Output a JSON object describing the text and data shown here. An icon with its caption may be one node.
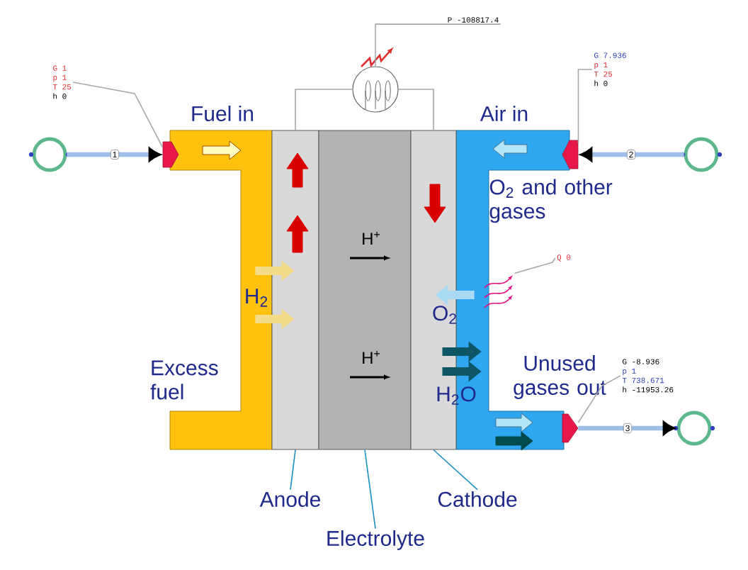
{
  "diagram": {
    "nodes": [
      {
        "text": [
          "G 1",
          "p 1",
          "T 25",
          "h 0"
        ]
      },
      {
        "text": [],
        "shape": "circle"
      },
      {
        "text": [
          "Fuel in"
        ],
        "beside": [
          "Excess fuel"
        ]
      },
      {
        "text": [
          "P -108817.4"
        ]
      },
      {
        "text": [],
        "shape": "circle"
      },
      {
        "text": [
          "G 7.936",
          "p 1",
          "T 25",
          "h 0"
        ]
      },
      {
        "text": [],
        "shape": "circle"
      },
      {
        "text": [
          "Air in"
        ],
        "beside": [
          "O$_{2}$ and other gases",
          "Unused gases out"
        ]
      },
      {
        "text": [
          "Q 0"
        ]
      },
      {
        "text": [],
        "shape": "box"
      },
      {
        "text": [],
        "shape": "box"
      },
      {
        "text": [],
        "shape": "box"
      },
      {
        "text": [
          "Anode"
        ]
      },
      {
        "text": [
          "Electrolyte"
        ]
      },
      {
        "text": [
          "Cathode"
        ]
      },
      {
        "text": [
          "G -8.936",
          "p 1",
          "T 738.671",
          "h -11953.26"
        ]
      },
      {
        "text": [],
        "shape": "circle"
      },
      {
        "text": [],
        "shape": "picture"
      }
    ],
    "edges": [
      {
        "from": 1,
        "to": 2,
        "arrow": "to",
        "label": "1",
        "style": "thick",
        "color": "#9dbfe8"
      },
      {
        "from": 6,
        "to": 7,
        "arrow": "to",
        "label": "2",
        "style": "thick",
        "color": "#9dbfe8"
      },
      {
        "from": 7,
        "to": 16,
        "arrow": "to",
        "label": "3",
        "style": "thick",
        "color": "#9dbfe8"
      },
      {
        "from": 0,
        "to": 2,
        "arrow": "none"
      },
      {
        "from": 5,
        "to": 7,
        "arrow": "none"
      },
      {
        "from": 15,
        "to": 7,
        "arrow": "none"
      },
      {
        "from": 3,
        "to": 4,
        "arrow": "none"
      },
      {
        "from": 8,
        "to": 17,
        "arrow": "none"
      },
      {
        "from": 12,
        "to": 9,
        "arrow": "none",
        "color": "#1a8fc0"
      },
      {
        "from": 13,
        "to": 10,
        "arrow": "none",
        "color": "#1a8fc0"
      },
      {
        "from": 14,
        "to": 11,
        "arrow": "none",
        "color": "#1a8fc0"
      },
      {
        "from": 9,
        "to": 4,
        "arrow": "none"
      },
      {
        "from": 4,
        "to": 11,
        "arrow": "none"
      },
      {
        "from": 2,
        "to": 9,
        "arrow": "to",
        "style": "thick",
        "color": "#f5dc8a"
      },
      {
        "from": 2,
        "to": 9,
        "arrow": "to",
        "style": "thick",
        "color": "#f5dc8a"
      },
      {
        "from": 7,
        "to": 11,
        "arrow": "to",
        "style": "thick",
        "color": "#a9dcf4"
      },
      {
        "from": 11,
        "to": 7,
        "arrow": "to",
        "style": "thick",
        "color": "#0e5566"
      },
      {
        "from": 11,
        "to": 7,
        "arrow": "to",
        "style": "thick",
        "color": "#0e5566"
      }
    ],
    "labels": [
      "H$_{2}$",
      "H$^{+}$",
      "H$^{+}$",
      "O$_{2}$",
      "H$_{2}$O"
    ]
  }
}
